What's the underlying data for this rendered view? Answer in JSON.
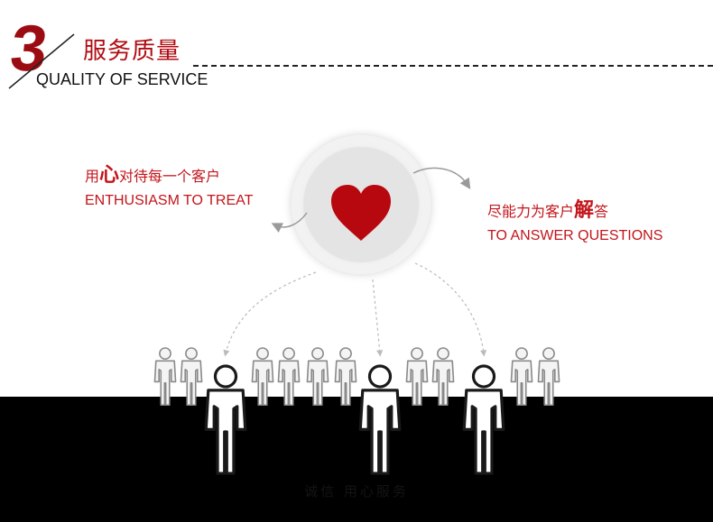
{
  "header": {
    "number": "3",
    "title_cn": "服务质量",
    "title_en": "QUALITY OF SERVICE"
  },
  "left_label": {
    "cn_pre": "用",
    "cn_big": "心",
    "cn_post": "对待每一个客户",
    "en": "ENTHUSIASM TO TREAT"
  },
  "right_label": {
    "cn_pre": "尽能力为客户",
    "cn_big": "解",
    "cn_post": "答",
    "en": "TO ANSWER QUESTIONS"
  },
  "watermark": "诚信 用心服务",
  "colors": {
    "accent": "#c2151b",
    "brand_dark": "#9b0c12",
    "heart": "#b8080f",
    "ground": "#000000"
  },
  "icons": [
    "heart-icon",
    "person-icon"
  ]
}
